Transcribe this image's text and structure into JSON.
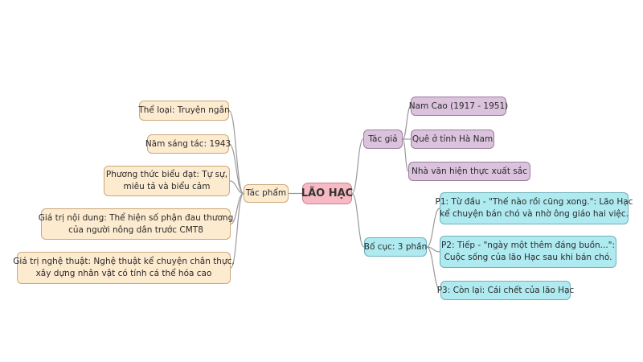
{
  "root": "LÃO HẠC",
  "branches": {
    "tac_pham": {
      "label": "Tác phẩm",
      "items": [
        "Thể loại: Truyện ngắn",
        "Năm sáng tác: 1943",
        [
          "Phương thức biểu đạt: Tự sự,",
          "miêu tả và biểu cảm"
        ],
        [
          "Giá trị nội dung: Thể hiện số phận đau thương",
          "của người nông dân trước CMT8"
        ],
        [
          "Giá trị nghệ thuật: Nghệ thuật kể chuyện chân thực,",
          "xây dựng nhân vật có tính cá thể hóa cao"
        ]
      ]
    },
    "tac_gia": {
      "label": "Tác giả",
      "items": [
        "Nam Cao (1917 - 1951)",
        "Quê ở tỉnh Hà Nam",
        "Nhà văn hiện thực xuất sắc"
      ]
    },
    "bo_cuc": {
      "label": "Bố cục: 3 phần",
      "items": [
        [
          "P1: Từ đầu - \"Thế nào rồi cũng xong.\": Lão Hạc",
          "kể chuyện bán chó và nhờ ông giáo hai việc."
        ],
        [
          "P2: Tiếp - \"ngày một thêm đáng buồn...\":",
          "Cuộc sống của lão Hạc sau khi bán chó."
        ],
        "P3: Còn lại: Cái chết của lão Hạc"
      ]
    }
  },
  "colors": {
    "tac_pham": "#fdebd0",
    "tac_gia": "#dbc3dd",
    "bo_cuc": "#aeeaf0",
    "root": "#f7b9c3",
    "connector": "#9a9a9a"
  }
}
